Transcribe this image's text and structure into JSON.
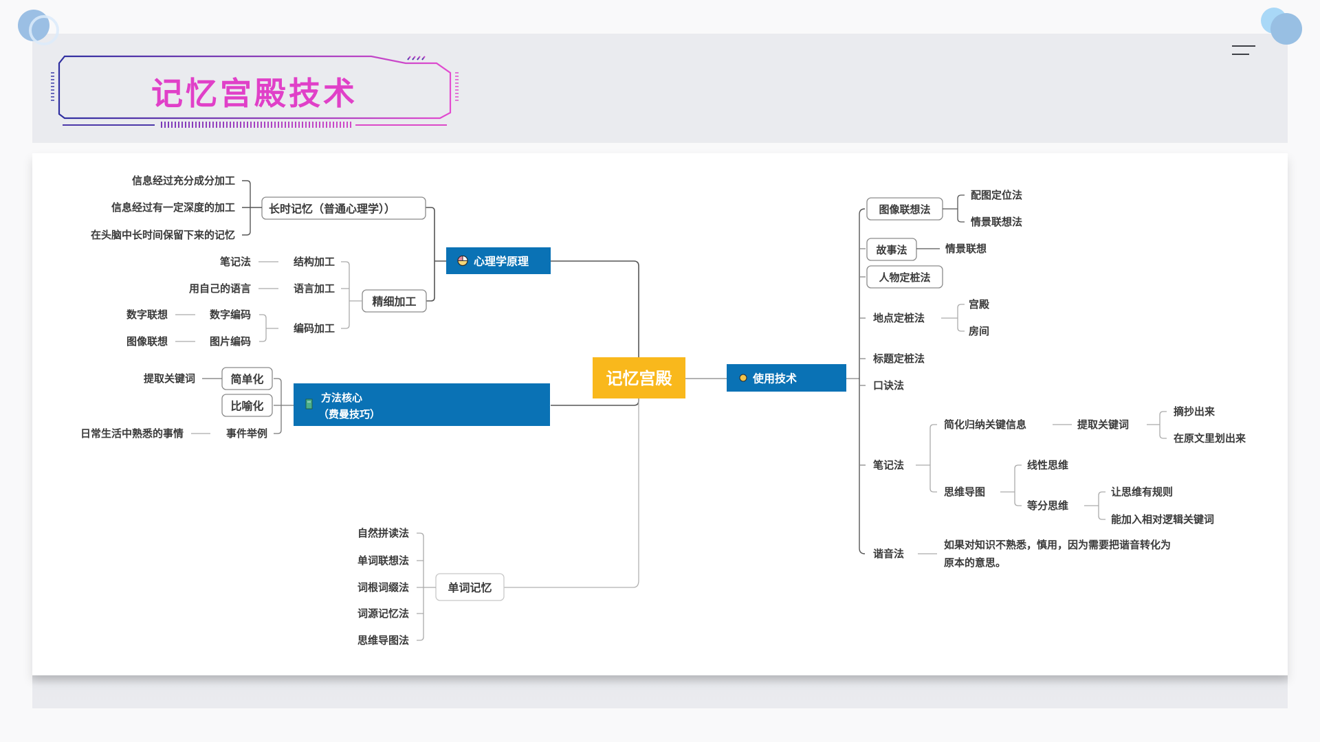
{
  "slide": {
    "title": "记忆宫殿技术"
  },
  "mindmap": {
    "root": "记忆宫殿",
    "branches": {
      "psychology": {
        "label": "心理学原理",
        "icon": "pie-chart-icon",
        "children": {
          "long_term": {
            "label": "长时记忆（普通心理学））",
            "children": [
              "信息经过充分成分加工",
              "信息经过有一定深度的加工",
              "在头脑中长时间保留下来的记忆"
            ]
          },
          "elaborate": {
            "label": "精细加工",
            "children": {
              "structure": {
                "label": "结构加工",
                "leaf": "笔记法"
              },
              "language": {
                "label": "语言加工",
                "leaf": "用自己的语言"
              },
              "encoding": {
                "label": "编码加工",
                "children": [
                  {
                    "label": "数字编码",
                    "leaf": "数字联想"
                  },
                  {
                    "label": "图片编码",
                    "leaf": "图像联想"
                  }
                ]
              }
            }
          }
        }
      },
      "method": {
        "label_line1": "方法核心",
        "label_line2": "（费曼技巧）",
        "icon": "book-icon",
        "children": [
          {
            "label": "简单化",
            "leaf": "提取关键词"
          },
          {
            "label": "比喻化"
          },
          {
            "label": "事件举例",
            "leaf": "日常生活中熟悉的事情"
          }
        ]
      },
      "words": {
        "label": "单词记忆",
        "children": [
          "自然拼读法",
          "单词联想法",
          "词根词缀法",
          "词源记忆法",
          "思维导图法"
        ]
      },
      "usage": {
        "label": "使用技术",
        "icon": "smiley-icon",
        "children": {
          "image": {
            "label": "图像联想法",
            "children": [
              "配图定位法",
              "情景联想法"
            ]
          },
          "story": {
            "label": "故事法",
            "leaf": "情景联想"
          },
          "person": {
            "label": "人物定桩法"
          },
          "place": {
            "label": "地点定桩法",
            "children": [
              "宫殿",
              "房间"
            ]
          },
          "title": {
            "label": "标题定桩法"
          },
          "rhyme": {
            "label": "口诀法"
          },
          "notes": {
            "label": "笔记法",
            "simplify": {
              "label": "简化归纳关键信息",
              "sub": "提取关键词",
              "children": [
                "摘抄出来",
                "在原文里划出来"
              ]
            },
            "mindmap": {
              "label": "思维导图",
              "linear": "线性思维",
              "equal": {
                "label": "等分思维",
                "children": [
                  "让思维有规则",
                  "能加入相对逻辑关键词"
                ]
              }
            }
          },
          "homophone": {
            "label": "谐音法",
            "note_line1": "如果对知识不熟悉，慎用，因为需要把谐音转化为",
            "note_line2": "原本的意思。"
          }
        }
      }
    }
  },
  "colors": {
    "title": "#e040c8",
    "root_fill": "#f9b81c",
    "branch_fill": "#0a72b5",
    "text": "#3a3a3a",
    "line": "#666666"
  }
}
